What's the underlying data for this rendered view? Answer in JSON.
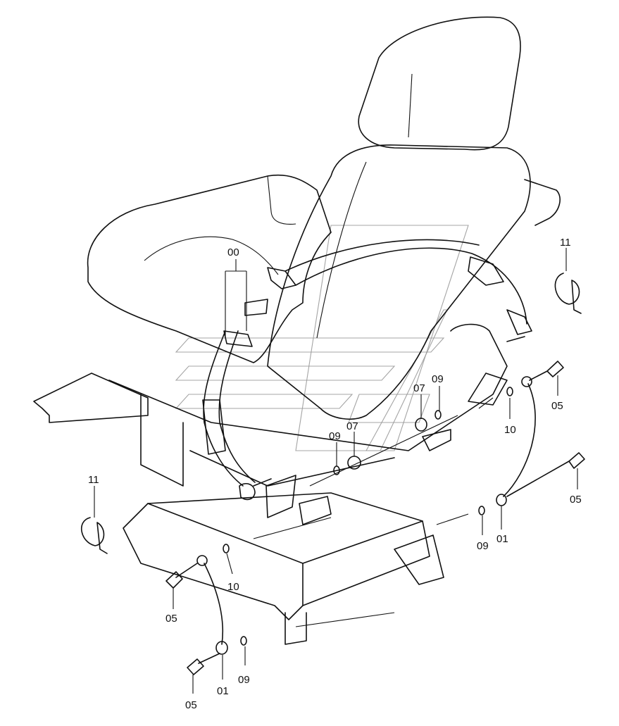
{
  "labels": [
    {
      "id": "seat-belt-assembly",
      "text": "00"
    },
    {
      "id": "wire-tie-right",
      "text": "11"
    },
    {
      "id": "wire-tie-left",
      "text": "11"
    },
    {
      "id": "nut-upper",
      "text": "07"
    },
    {
      "id": "nut-lower",
      "text": "07"
    },
    {
      "id": "washer-upper-right",
      "text": "09"
    },
    {
      "id": "washer-mid",
      "text": "09"
    },
    {
      "id": "washer-lower-right",
      "text": "09"
    },
    {
      "id": "washer-lower-left",
      "text": "09"
    },
    {
      "id": "spring-washer-right",
      "text": "10"
    },
    {
      "id": "spring-washer-left",
      "text": "10"
    },
    {
      "id": "bolt-upper-right",
      "text": "05"
    },
    {
      "id": "bolt-mid-right",
      "text": "05"
    },
    {
      "id": "bolt-left",
      "text": "05"
    },
    {
      "id": "bolt-bottom-left",
      "text": "05"
    },
    {
      "id": "ground-cable-right",
      "text": "01"
    },
    {
      "id": "ground-cable-left",
      "text": "01"
    }
  ]
}
